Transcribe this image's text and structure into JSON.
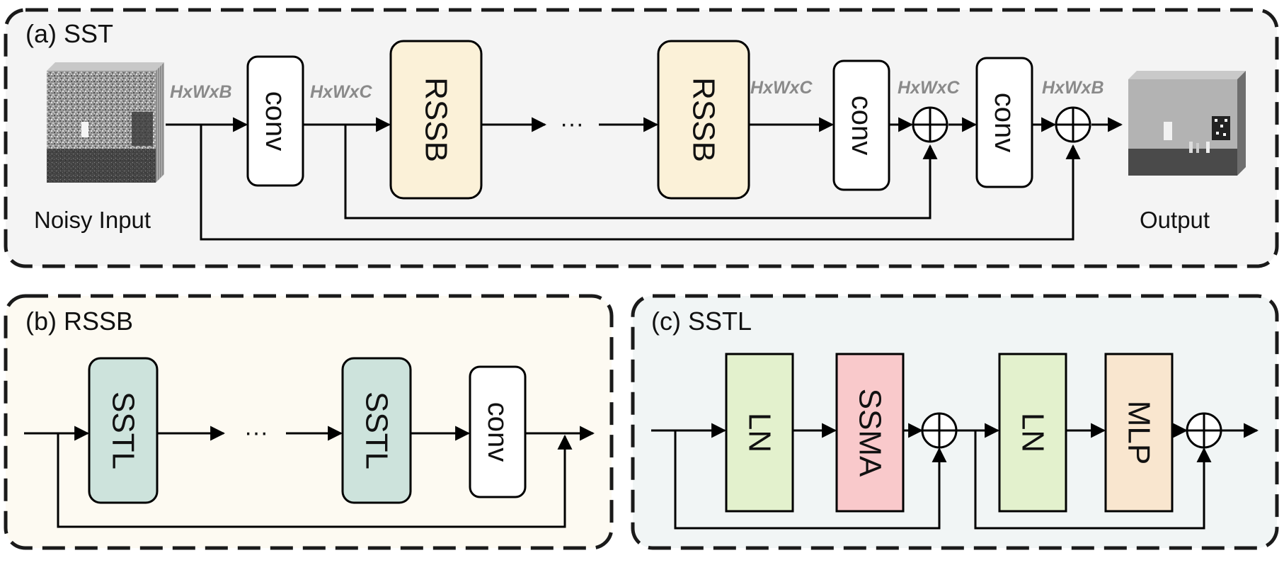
{
  "panel_a": {
    "title": "(a) SST",
    "input_caption": "Noisy Input",
    "output_caption": "Output",
    "conv1": "conv",
    "rssb1": "RSSB",
    "ellipsis": "···",
    "rssb2": "RSSB",
    "conv2": "conv",
    "conv3": "conv",
    "dim_in": "HxWxB",
    "dim_c1": "HxWxC",
    "dim_c2": "HxWxC",
    "dim_c3": "HxWxC",
    "dim_out": "HxWxB"
  },
  "panel_b": {
    "title": "(b) RSSB",
    "sstl1": "SSTL",
    "ellipsis": "···",
    "sstl2": "SSTL",
    "conv": "conv"
  },
  "panel_c": {
    "title": "(c) SSTL",
    "ln1": "LN",
    "ssma": "SSMA",
    "ln2": "LN",
    "mlp": "MLP"
  },
  "colors": {
    "panel_a_bg": "#f4f4f4",
    "panel_b_bg": "#fdfaf2",
    "panel_c_bg": "#f1f5f5",
    "rssb_fill": "#fbf1d8",
    "sstl_fill": "#cde3dc",
    "ln_fill": "#e3f1cd",
    "ssma_fill": "#f9c9cb",
    "mlp_fill": "#f9e6cf",
    "conv_fill": "#ffffff"
  }
}
